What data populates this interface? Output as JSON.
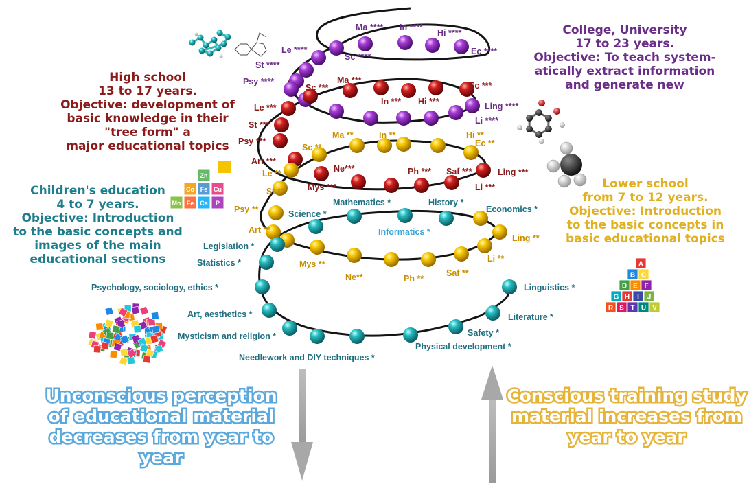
{
  "colors": {
    "college": "#6a2d88",
    "high": "#8b1a1a",
    "lower": "#e0b020",
    "children": "#1e7d8c",
    "purple_ball": "#9b2fc4",
    "red_ball": "#c01818",
    "yellow_ball": "#f2c200",
    "teal_ball": "#22b3b8",
    "arrow": "#a8a8a8"
  },
  "college": {
    "lines": [
      "College, University",
      "17 to 23 years.",
      "Objective: To teach system-",
      "atically extract information",
      "and generate new"
    ]
  },
  "high_school": {
    "lines": [
      "High school",
      "13 to 17 years.",
      "Objective: development of",
      "basic knowledge in their",
      "\"tree form\" a",
      "major educational topics"
    ]
  },
  "children": {
    "lines": [
      "Children's education",
      "4 to 7 years.",
      "Objective: Introduction",
      "to the basic concepts and",
      "images of the main",
      "educational sections"
    ]
  },
  "lower_school": {
    "lines": [
      "Lower school",
      "from 7 to 12 years.",
      "Objective: Introduction",
      "to the basic concepts in",
      "basic educational topics"
    ]
  },
  "bottom_left": {
    "lines": [
      "Unconscious perception",
      "of educational material",
      "decreases from year to",
      "year"
    ]
  },
  "bottom_right": {
    "lines": [
      "Conscious training study",
      "material increases from",
      "year to year"
    ]
  },
  "labels": {
    "purple": [
      "Ma ****",
      "In ****",
      "Hi ****",
      "Le ****",
      "Sc ****",
      "Ec ****",
      "St ****",
      "Psy ****",
      "Ling ****",
      "Li ****"
    ],
    "red": [
      "Ma ***",
      "Sc ***",
      "Ec ***",
      "Le ***",
      "In ***",
      "Hi ***",
      "St ***",
      "Psy ***",
      "Art ***",
      "Ne***",
      "Ph ***",
      "Saf ***",
      "Mys ***",
      "Ling ***",
      "Li ***"
    ],
    "yellow": [
      "Ma **",
      "In **",
      "Hi **",
      "Sc **",
      "Ec **",
      "Le **",
      "St **",
      "Psy **",
      "Art **",
      "Ling **",
      "Li **",
      "Mys **",
      "Ne**",
      "Ph **",
      "Saf **"
    ],
    "teal": [
      "Science *",
      "Mathematics *",
      "History *",
      "Economics *",
      "Informatics *",
      "Legislation *",
      "Statistics *",
      "Psychology, sociology, ethics *",
      "Art, aesthetics *",
      "Mysticism and religion *",
      "Needlework and DIY techniques *",
      "Physical development *",
      "Safety *",
      "Literature *",
      "Linguistics *"
    ]
  },
  "icons": {
    "molecule_top": "molecule-icon",
    "molecule_right": "molecule-icon",
    "methane": "methane-molecule-icon",
    "periodic": "periodic-table-cubes-icon",
    "abc": "abc-blocks-icon",
    "letter_cubes": "letter-cubes-icon"
  },
  "periodic_symbols": [
    "Co",
    "Fe",
    "Cu",
    "Mn",
    "Fe",
    "Ca",
    "P",
    "Zn"
  ],
  "abc_letters": [
    "A",
    "B",
    "C",
    "D",
    "E",
    "F",
    "G",
    "H",
    "I",
    "J",
    "R",
    "S",
    "T",
    "U",
    "V"
  ]
}
